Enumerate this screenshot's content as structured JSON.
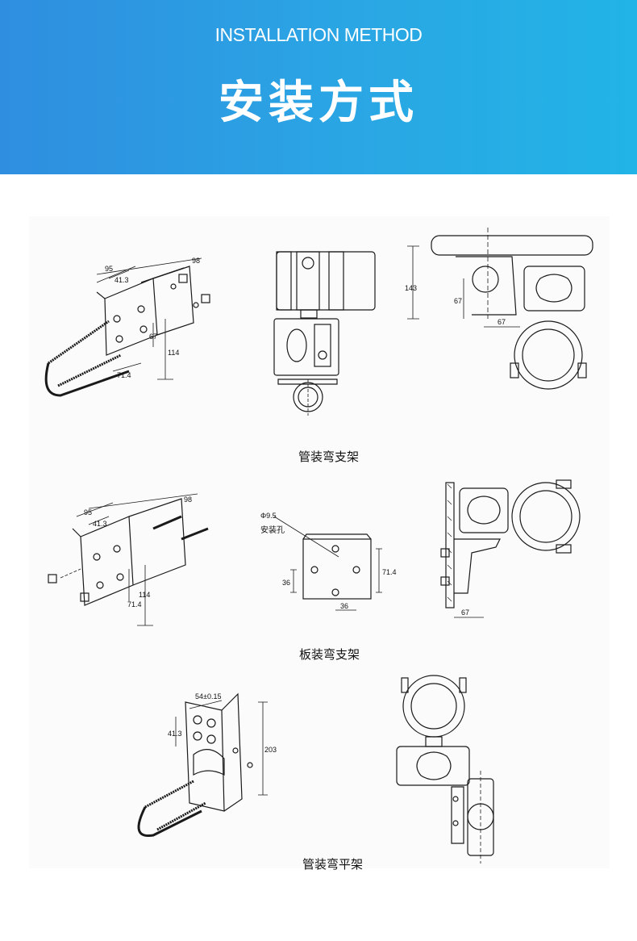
{
  "header": {
    "title_en": "INSTALLATION METHOD",
    "title_cn": "安装方式"
  },
  "sections": [
    {
      "caption": "管装弯支架",
      "dims": {
        "w95": "95",
        "w41": "41.3",
        "w98": "98",
        "h67": "67",
        "h114": "114",
        "w71": "71.4",
        "p143": "143",
        "p67v": "67",
        "p67h": "67"
      }
    },
    {
      "caption": "板装弯支架",
      "dims": {
        "w95": "95",
        "w41": "41.3",
        "w98": "98",
        "w71": "71.4",
        "h114": "114",
        "hole": "Φ9.5",
        "hole_label": "安装孔",
        "v36": "36",
        "h36": "36",
        "v714": "71.4",
        "h67": "67"
      }
    },
    {
      "caption": "管装弯平架",
      "dims": {
        "w54": "54±0.15",
        "h41": "41.3",
        "h203": "203"
      }
    }
  ],
  "colors": {
    "banner_start": "#2f8ee0",
    "banner_end": "#22b4e6",
    "line": "#1a1a1a"
  }
}
